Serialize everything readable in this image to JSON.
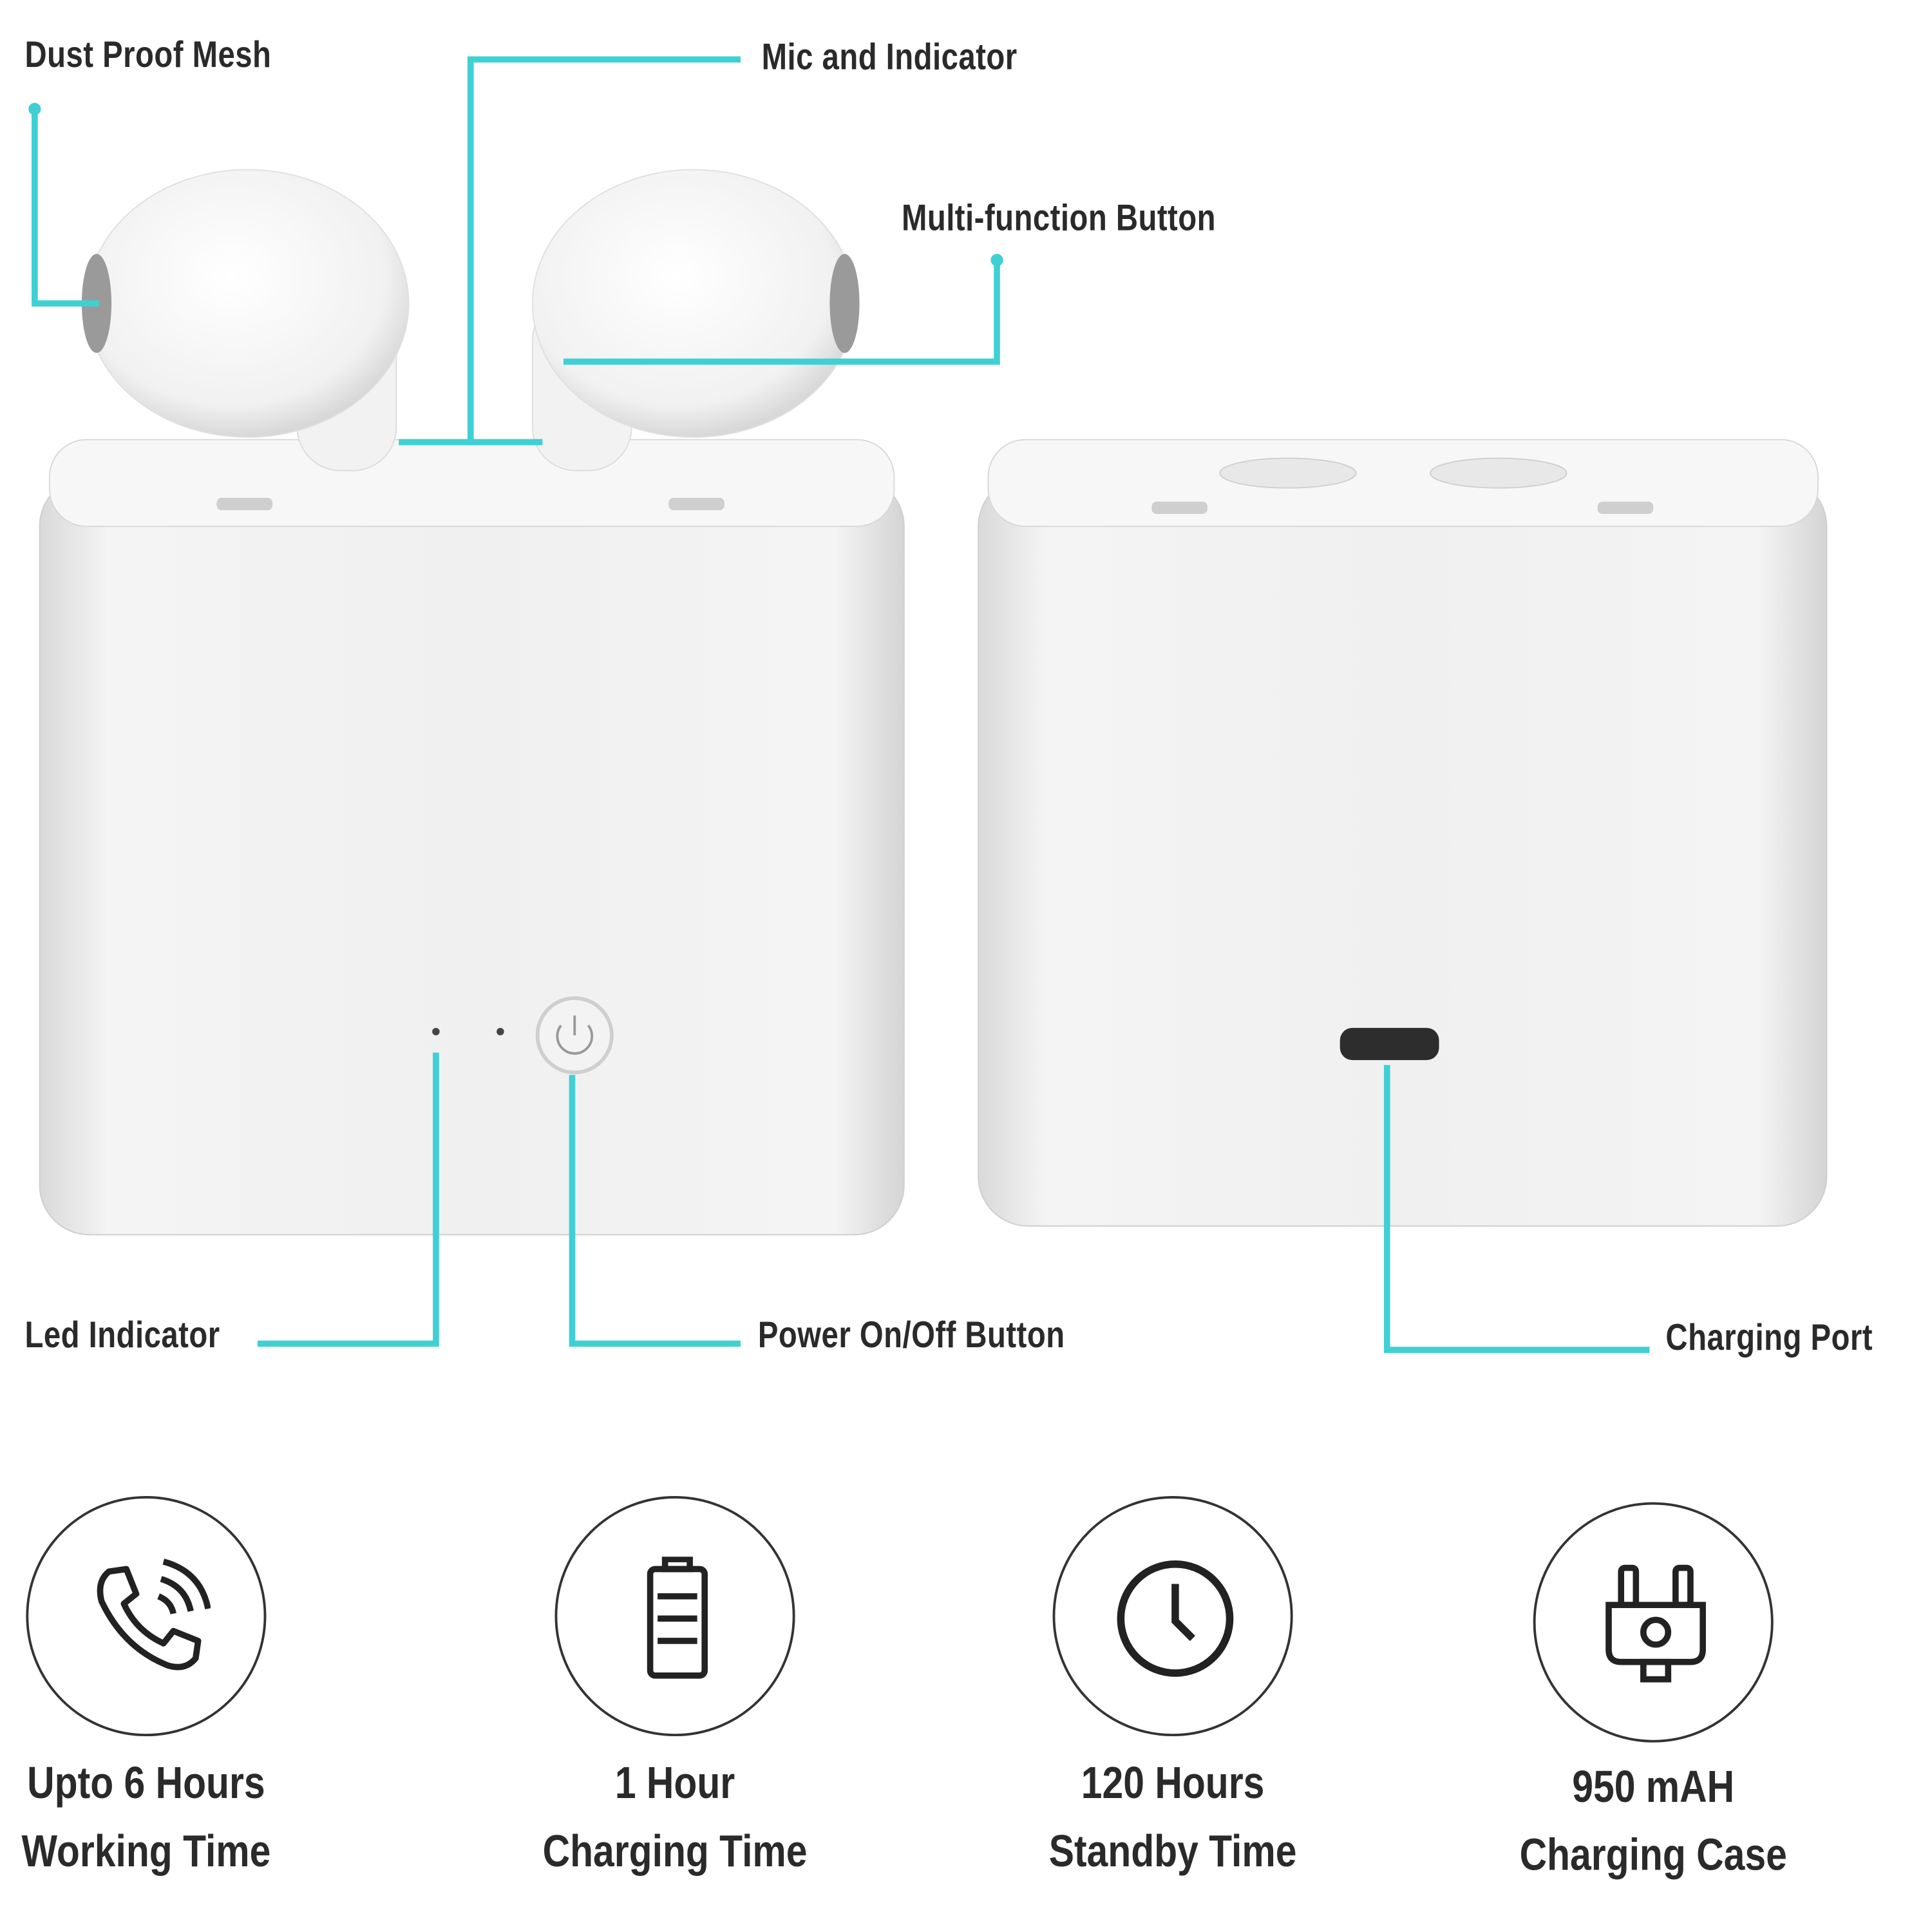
{
  "callouts": {
    "dust_proof_mesh": "Dust Proof Mesh",
    "mic_indicator": "Mic and Indicator",
    "multi_function_button": "Multi-function Button",
    "led_indicator": "Led Indicator",
    "power_button": "Power On/Off Button",
    "charging_port": "Charging Port"
  },
  "features": [
    {
      "icon": "phone-call-icon",
      "line1": "Upto 6 Hours",
      "line2": "Working Time"
    },
    {
      "icon": "battery-icon",
      "line1": "1 Hour",
      "line2": "Charging Time"
    },
    {
      "icon": "clock-icon",
      "line1": "120 Hours",
      "line2": "Standby Time"
    },
    {
      "icon": "plug-icon",
      "line1": "950 mAH",
      "line2": "Charging Case"
    }
  ],
  "colors": {
    "accent": "#3fd0d4",
    "text": "#2a2a2a"
  }
}
